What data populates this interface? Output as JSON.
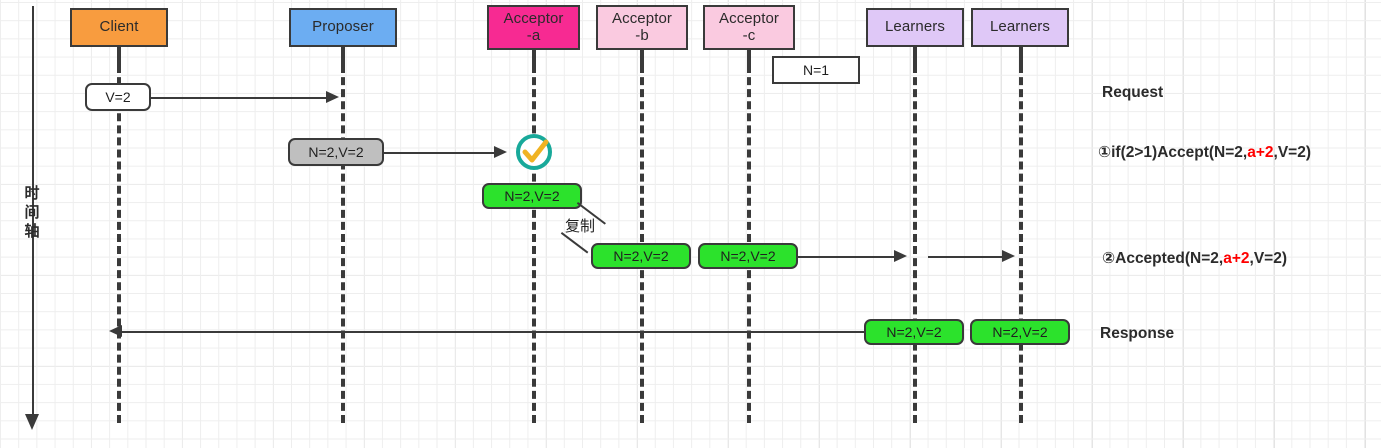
{
  "diagram": {
    "title_axis_label": "时间轴",
    "participants": [
      {
        "name": "client",
        "label": "Client",
        "sub": "",
        "color": "#F89C3F"
      },
      {
        "name": "proposer",
        "label": "Proposer",
        "sub": "",
        "color": "#6CADF2"
      },
      {
        "name": "acceptor-a",
        "label": "Acceptor",
        "sub": "-a",
        "color": "#F72A92"
      },
      {
        "name": "acceptor-b",
        "label": "Acceptor",
        "sub": "-b",
        "color": "#FACAE0"
      },
      {
        "name": "acceptor-c",
        "label": "Acceptor",
        "sub": "-c",
        "color": "#FACAE0"
      },
      {
        "name": "learners-1",
        "label": "Learners",
        "sub": "",
        "color": "#DFC8F7"
      },
      {
        "name": "learners-2",
        "label": "Learners",
        "sub": "",
        "color": "#DFC8F7"
      }
    ],
    "boxes": {
      "client_request": "V=2",
      "acceptor_n": "N=1",
      "proposer_prepare": "N=2,V=2",
      "acceptor_a_accepted": "N=2,V=2",
      "acceptor_b_accepted": "N=2,V=2",
      "acceptor_c_accepted": "N=2,V=2",
      "learner_1_value": "N=2,V=2",
      "learner_2_value": "N=2,V=2"
    },
    "labels": {
      "replicate": "复制"
    },
    "notes": [
      {
        "name": "note-request",
        "pre": "Request",
        "red": "",
        "post": ""
      },
      {
        "name": "note-accept",
        "pre": "①if(2>1)Accept(N=2,",
        "red": "a+2",
        "post": ",V=2)"
      },
      {
        "name": "note-accepted",
        "pre": "②Accepted(N=2,",
        "red": "a+2",
        "post": ",V=2)"
      },
      {
        "name": "note-response",
        "pre": "Response",
        "red": "",
        "post": ""
      }
    ],
    "colors": {
      "stroke": "#3a3a3a",
      "green": "#2ce22c",
      "gray": "#bfbfbf",
      "red": "#ff0000",
      "check_ring": "#18A99A",
      "check_mark": "#F0B323"
    }
  }
}
